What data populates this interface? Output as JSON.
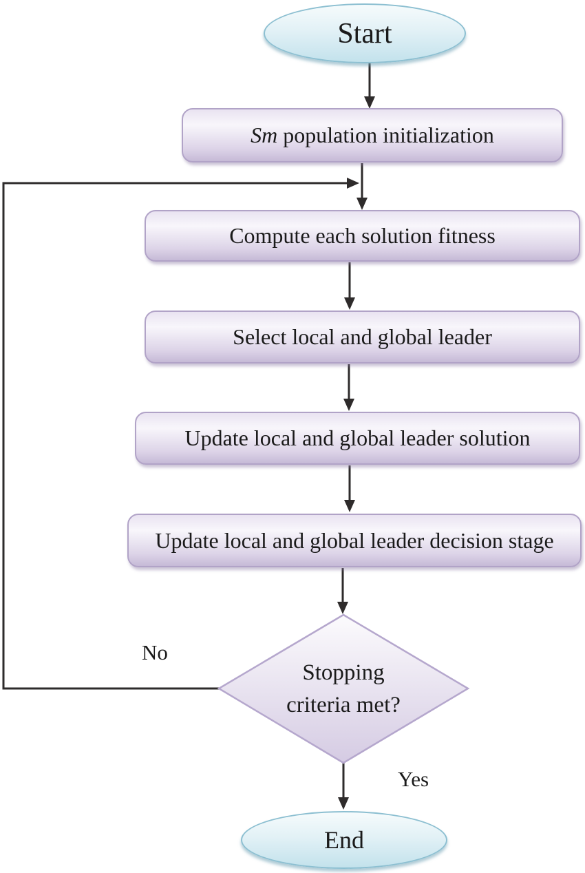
{
  "diagram": {
    "nodes": {
      "start": {
        "label": "Start"
      },
      "init": {
        "label_emphasis": "Sm",
        "label_rest": " population initialization"
      },
      "compute": {
        "label": "Compute each solution fitness"
      },
      "select": {
        "label": "Select local and global leader"
      },
      "update_solution": {
        "label": "Update local and global leader solution"
      },
      "update_decision": {
        "label": "Update local and global leader decision stage"
      },
      "decision": {
        "line1": "Stopping",
        "line2": "criteria met?"
      },
      "end": {
        "label": "End"
      }
    },
    "edges": {
      "no_label": "No",
      "yes_label": "Yes"
    }
  },
  "colors": {
    "line": "#2e2b2b",
    "text": "#1a1a1a",
    "term_border": "#8cbfd1",
    "term_top": "#f6fbfc",
    "term_mid": "#e2f1f6",
    "term_bottom": "#c3e2ec",
    "proc_border": "#b1a3c7",
    "proc_top": "#e9e3f1",
    "proc_mid": "#f8f6fb",
    "proc_low": "#ddd4e8",
    "proc_bottom": "#c6bad7",
    "diamond_border": "#b5a7cd",
    "diamond_top": "#fcfbfd",
    "diamond_bottom": "#d5cbe3"
  }
}
